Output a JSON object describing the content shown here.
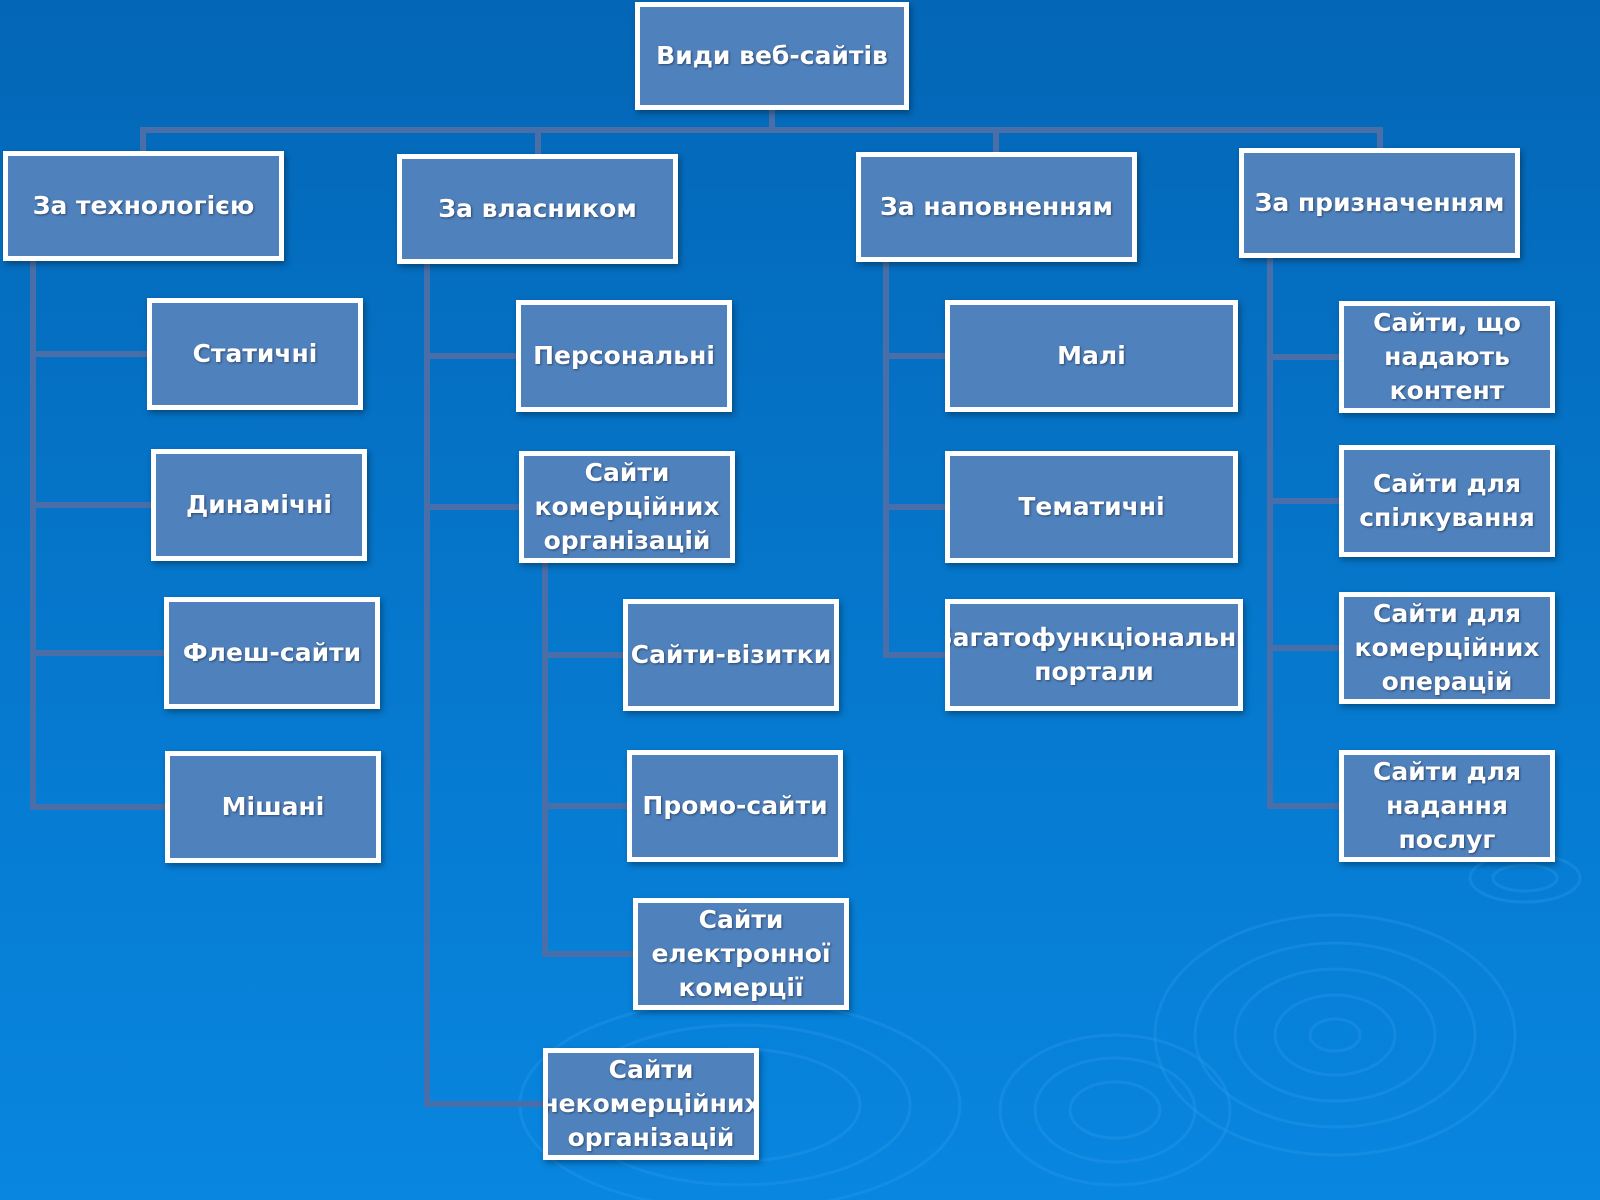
{
  "root": {
    "label": "Види веб-сайтів"
  },
  "categories": [
    {
      "label": "За технологією",
      "items": [
        "Статичні",
        "Динамічні",
        "Флеш-сайти",
        "Мішані"
      ]
    },
    {
      "label": "За власником",
      "items": [
        "Персональні",
        "Сайти\nкомерційних\nорганізацій",
        "Сайти\nнекомерційних\nорганізацій"
      ],
      "subitems": [
        "Сайти-візитки",
        "Промо-сайти",
        "Сайти\nелектронної\nкомерції"
      ]
    },
    {
      "label": "За  наповненням",
      "items": [
        "Малі",
        "Тематичні",
        "Багатофункціональні,\nпортали"
      ]
    },
    {
      "label": "За призначенням",
      "items": [
        "Сайти, що\nнадають\nконтент",
        "Сайти для\nспілкування",
        "Сайти  для\nкомерційних\nоперацій",
        "Сайти для\nнадання послуг"
      ]
    }
  ],
  "colors": {
    "box_fill": "#4f81bd",
    "box_border": "#ffffff",
    "connector": "#4a6fa8",
    "background_top": "#0466b6",
    "background_bottom": "#0886e0"
  }
}
